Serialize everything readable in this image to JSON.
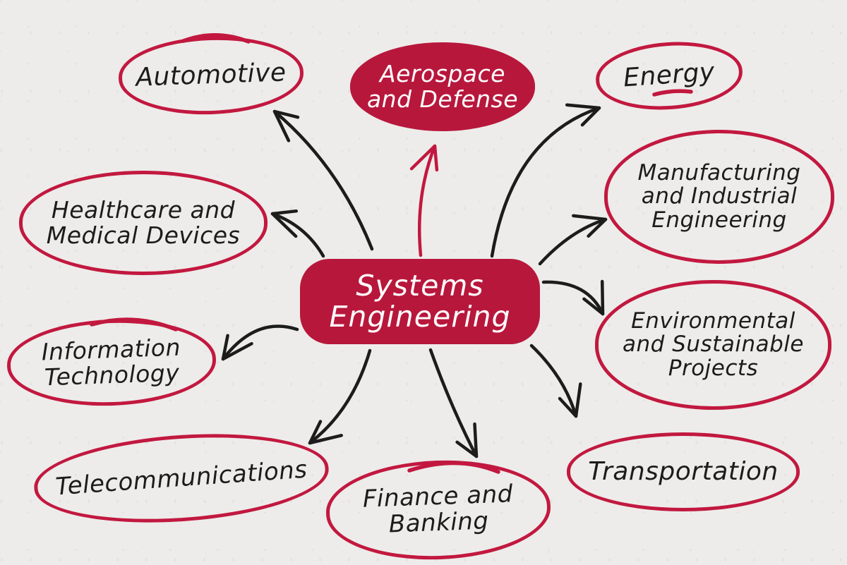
{
  "colors": {
    "paper": "#edecea",
    "node_red": "#b8173c",
    "stroke_red": "#c2183f",
    "ink": "#1c1c1c",
    "text_white": "#ffffff"
  },
  "diagram": {
    "type": "mindmap",
    "center": {
      "id": "systems-engineering",
      "label": "Systems\nEngineering",
      "style": "filled-rounded-rect"
    },
    "nodes": [
      {
        "id": "automotive",
        "label": "Automotive",
        "style": "outline-ellipse"
      },
      {
        "id": "aerospace",
        "label": "Aerospace\nand Defense",
        "style": "filled-ellipse"
      },
      {
        "id": "energy",
        "label": "Energy",
        "style": "outline-ellipse"
      },
      {
        "id": "manufacturing",
        "label": "Manufacturing\nand Industrial\nEngineering",
        "style": "outline-ellipse"
      },
      {
        "id": "environmental",
        "label": "Environmental\nand Sustainable\nProjects",
        "style": "outline-ellipse"
      },
      {
        "id": "transportation",
        "label": "Transportation",
        "style": "outline-ellipse"
      },
      {
        "id": "finance",
        "label": "Finance and\nBanking",
        "style": "outline-ellipse"
      },
      {
        "id": "telecom",
        "label": "Telecommunications",
        "style": "outline-ellipse"
      },
      {
        "id": "it",
        "label": "Information\nTechnology",
        "style": "outline-ellipse"
      },
      {
        "id": "healthcare",
        "label": "Healthcare and\nMedical Devices",
        "style": "outline-ellipse"
      }
    ],
    "edges": [
      {
        "from": "systems-engineering",
        "to": "automotive",
        "color": "black"
      },
      {
        "from": "systems-engineering",
        "to": "aerospace",
        "color": "red"
      },
      {
        "from": "systems-engineering",
        "to": "energy",
        "color": "black"
      },
      {
        "from": "systems-engineering",
        "to": "manufacturing",
        "color": "black"
      },
      {
        "from": "systems-engineering",
        "to": "environmental",
        "color": "black"
      },
      {
        "from": "systems-engineering",
        "to": "transportation",
        "color": "black"
      },
      {
        "from": "systems-engineering",
        "to": "finance",
        "color": "black"
      },
      {
        "from": "systems-engineering",
        "to": "telecom",
        "color": "black"
      },
      {
        "from": "systems-engineering",
        "to": "it",
        "color": "black"
      },
      {
        "from": "systems-engineering",
        "to": "healthcare",
        "color": "black"
      }
    ]
  }
}
